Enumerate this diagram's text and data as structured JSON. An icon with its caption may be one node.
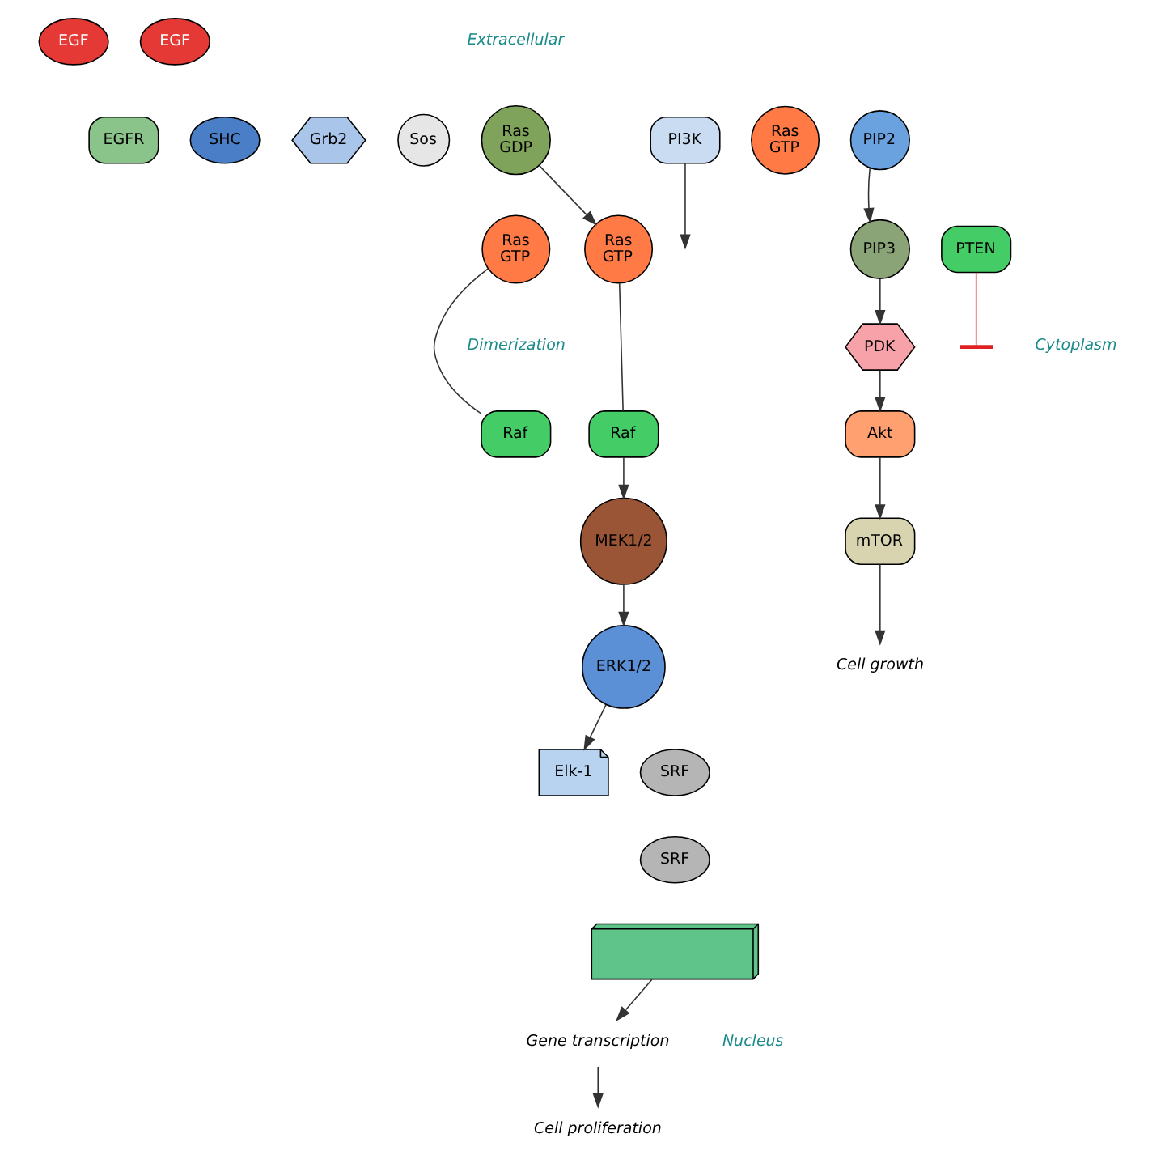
{
  "diagram": {
    "nodes": [
      {
        "text": [
          "EGF"
        ]
      },
      {
        "text": [
          "EGF"
        ]
      },
      {
        "text": [
          "EGFR"
        ]
      },
      {
        "text": [
          "SHC"
        ]
      },
      {
        "text": [
          "Grb2"
        ]
      },
      {
        "text": [
          "Sos"
        ]
      },
      {
        "text": [
          "Ras",
          "GDP"
        ]
      },
      {
        "text": [
          "Ras",
          "GTP"
        ]
      },
      {
        "text": [
          "Ras",
          "GTP"
        ]
      },
      {
        "text": [
          "Raf"
        ]
      },
      {
        "text": [
          "Raf"
        ]
      },
      {
        "text": [
          "MEK1/2"
        ]
      },
      {
        "text": [
          "ERK1/2"
        ]
      },
      {
        "text": [
          "Elk-1"
        ]
      },
      {
        "text": [
          "SRF"
        ]
      },
      {
        "text": [
          "SRF"
        ]
      },
      {
        "text": [],
        "shape": "picture"
      },
      {
        "text": [
          "Gene transcription"
        ]
      },
      {
        "text": [
          "Cell proliferation"
        ]
      },
      {
        "text": [
          "PI3K"
        ]
      },
      {
        "text": [
          "Ras",
          "GTP"
        ]
      },
      {
        "text": [
          "PIP2"
        ]
      },
      {
        "text": [
          "PIP3"
        ]
      },
      {
        "text": [
          "PTEN"
        ]
      },
      {
        "text": [
          "PDK"
        ]
      },
      {
        "text": [
          "Akt"
        ]
      },
      {
        "text": [
          "mTOR"
        ]
      },
      {
        "text": [
          "Cell growth"
        ]
      }
    ],
    "edges": [
      {
        "from": 6,
        "to": 8,
        "arrow": "to"
      },
      {
        "from": 7,
        "to": 9,
        "arrow": "none"
      },
      {
        "from": 8,
        "to": 10,
        "arrow": "none"
      },
      {
        "from": 10,
        "to": 11,
        "arrow": "to"
      },
      {
        "from": 11,
        "to": 12,
        "arrow": "to"
      },
      {
        "from": 12,
        "to": 13,
        "arrow": "to"
      },
      {
        "from": 16,
        "to": 17,
        "arrow": "to"
      },
      {
        "from": 17,
        "to": 18,
        "arrow": "to"
      },
      {
        "from": 19,
        "to": null,
        "arrow": "to"
      },
      {
        "from": 21,
        "to": 22,
        "arrow": "to"
      },
      {
        "from": 23,
        "to": null,
        "arrow": "other",
        "color": "#e02020"
      },
      {
        "from": 22,
        "to": 24,
        "arrow": "to"
      },
      {
        "from": 24,
        "to": 25,
        "arrow": "to"
      },
      {
        "from": 25,
        "to": 26,
        "arrow": "to"
      },
      {
        "from": 26,
        "to": 27,
        "arrow": "to"
      }
    ],
    "labels": [
      "Extracellular",
      "Dimerization",
      "Cytoplasm",
      "Nucleus"
    ]
  }
}
